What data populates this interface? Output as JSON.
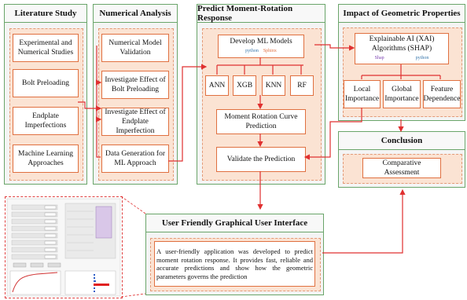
{
  "lit": {
    "title": "Literature Study",
    "items": [
      "Experimental and Numerical Studies",
      "Bolt Preloading",
      "Endplate Imperfections",
      "Machine Learning Approaches"
    ]
  },
  "num": {
    "title": "Numerical Analysis",
    "items": [
      "Numerical Model Validation",
      "Investigate Effect of Bolt Preloading",
      "Investigate Effect of Endplate Imperfection",
      "Data Generation for ML Approach"
    ]
  },
  "pred": {
    "title": "Predict Moment-Rotation Response",
    "develop": "Develop ML Models",
    "develop_logo1": "python",
    "develop_logo2": "Sphinx",
    "models": [
      "ANN",
      "XGB",
      "KNN",
      "RF"
    ],
    "curve": "Moment Rotation Curve Prediction",
    "validate": "Validate the Prediction"
  },
  "impact": {
    "title": "Impact of Geometric Properties",
    "xai": "Explainable AI (XAI) Algorithms (SHAP)",
    "xai_logo1": "Shap",
    "xai_logo2": "python",
    "items": [
      "Local Importance",
      "Global Importance",
      "Feature Dependence"
    ]
  },
  "conclusion": {
    "title": "Conclusion",
    "item": "Comparative Assessment"
  },
  "gui": {
    "title": "User Friendly Graphical User Interface",
    "text": "A user-friendly application was developed to predict moment rotation response. It provides fast, reliable and accurate predictions and show how the geometric parameters governs the prediction"
  },
  "colors": {
    "green": "#6aa56a",
    "orange": "#e07040",
    "red": "#e03030",
    "peach": "#fbe3d3"
  }
}
